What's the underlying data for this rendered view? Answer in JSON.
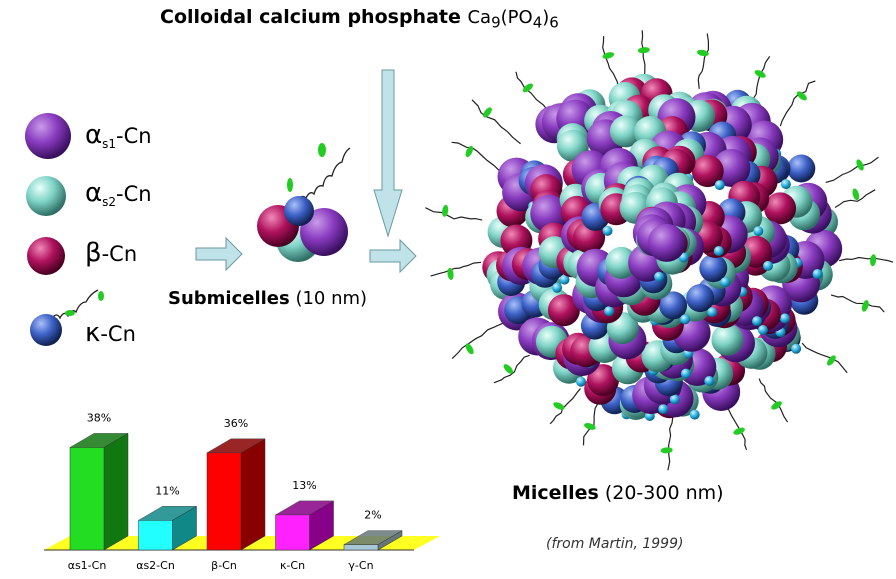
{
  "title": {
    "text": "Colloidal calcium phosphate",
    "formula_base": "Ca",
    "formula_sub1": "9",
    "formula_mid": "(PO",
    "formula_sub2": "4",
    "formula_end": ")",
    "formula_sub3": "6"
  },
  "legend": [
    {
      "greek": "α",
      "sub": "s1",
      "suffix": "-Cn",
      "color": "#8a3cc0"
    },
    {
      "greek": "α",
      "sub": "s2",
      "suffix": "-Cn",
      "color": "#7fd3c6"
    },
    {
      "greek": "β",
      "sub": "",
      "suffix": "-Cn",
      "color": "#b0125e"
    },
    {
      "greek": "κ",
      "sub": "",
      "suffix": "-Cn",
      "color": "#3d62c8"
    }
  ],
  "submicelles_label": {
    "bold": "Submicelles",
    "rest": " (10 nm)"
  },
  "micelles_label": {
    "bold": "Micelles",
    "rest": " (20-300 nm)"
  },
  "source": "(from  Martin, 1999)",
  "chart_data": {
    "type": "bar",
    "categories": [
      "αs1-Cn",
      "αs2-Cn",
      "β-Cn",
      "κ-Cn",
      "γ-Cn"
    ],
    "values": [
      38,
      11,
      36,
      13,
      2
    ],
    "labels": [
      "38%",
      "11%",
      "36%",
      "13%",
      "2%"
    ],
    "colors": [
      "#22dd22",
      "#22ffff",
      "#ff0000",
      "#ff22ff",
      "#a8c8d8"
    ],
    "side_colors": [
      "#117711",
      "#118888",
      "#880000",
      "#880088",
      "#667777"
    ],
    "floor_color": "#ffff22",
    "ylim": [
      0,
      40
    ]
  }
}
